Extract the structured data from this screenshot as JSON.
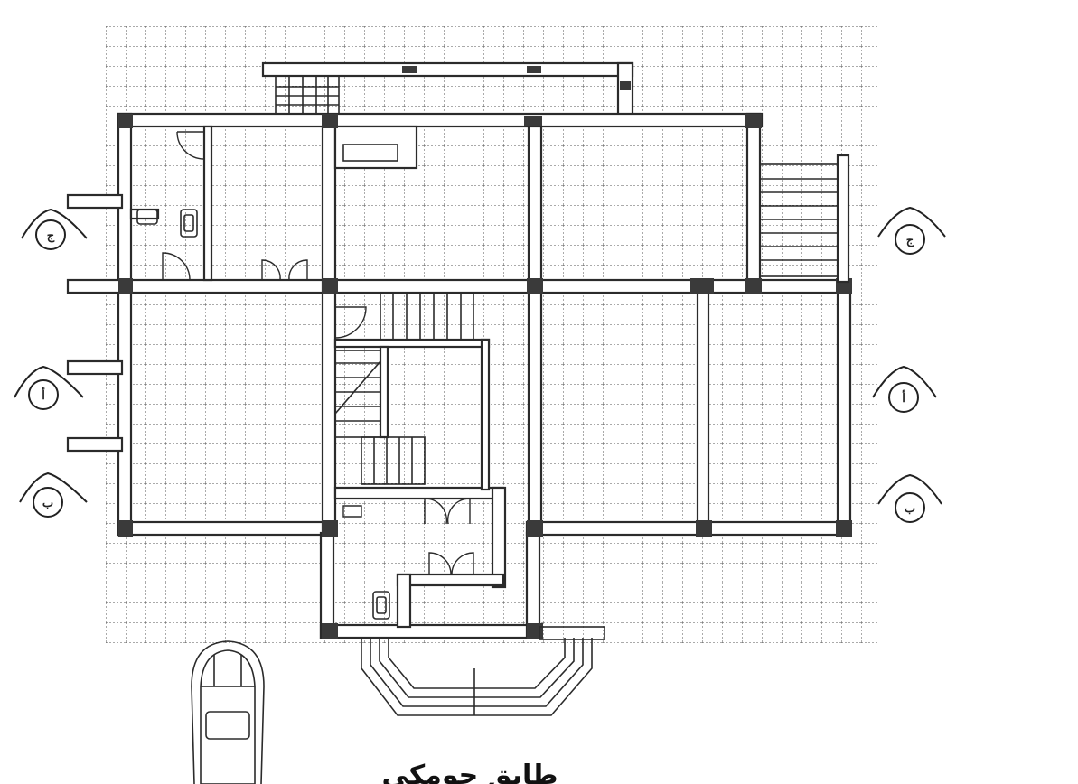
{
  "plan": {
    "title": "طابق جومكي",
    "section_markers": {
      "left": [
        "ج",
        "أ",
        "ب"
      ],
      "right": [
        "ج",
        "أ",
        "ب"
      ]
    }
  }
}
